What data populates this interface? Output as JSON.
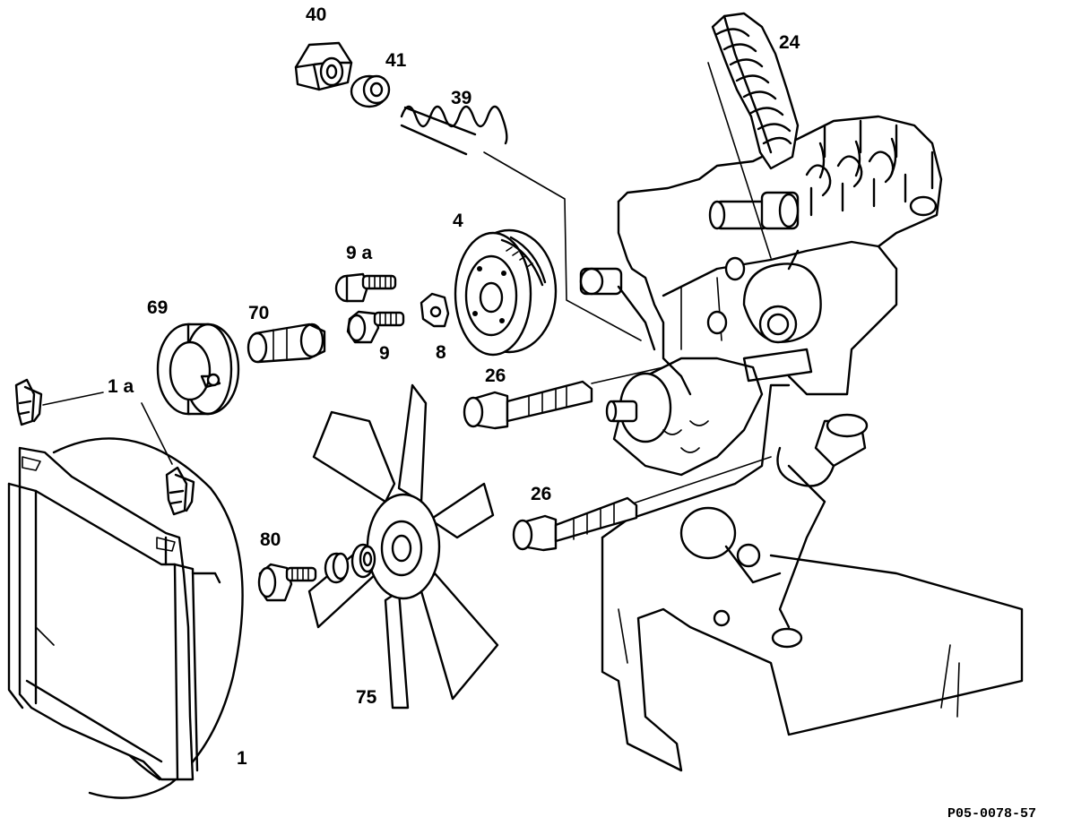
{
  "diagram": {
    "reference_code": "P05-0078-57",
    "callouts": {
      "p40": "40",
      "p41": "41",
      "p39": "39",
      "p24": "24",
      "p9a": "9 a",
      "p4": "4",
      "p69": "69",
      "p70": "70",
      "p9": "9",
      "p8": "8",
      "p1a": "1 a",
      "p26a": "26",
      "p26b": "26",
      "p80": "80",
      "p75": "75",
      "p1": "1"
    }
  }
}
